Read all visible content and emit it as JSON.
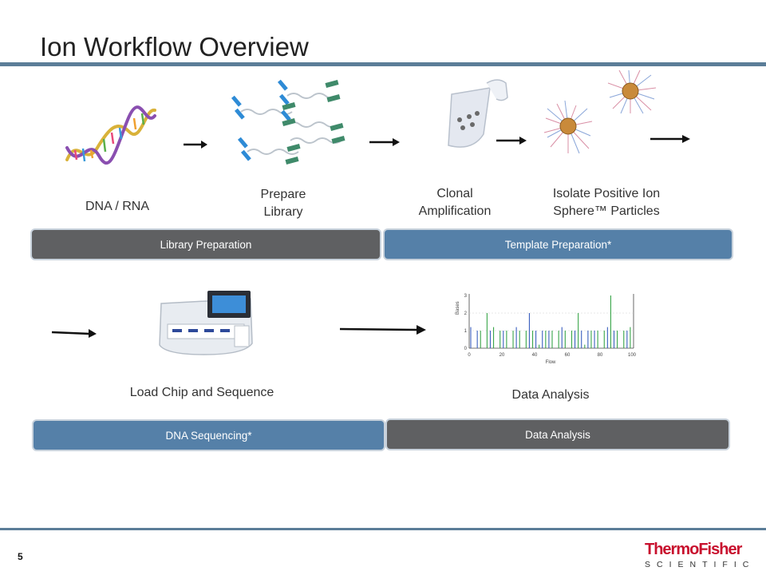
{
  "slide": {
    "title": "Ion Workflow Overview",
    "page_number": "5"
  },
  "steps": {
    "dna_rna": "DNA / RNA",
    "prepare_library": [
      "Prepare",
      "Library"
    ],
    "clonal_amplification": [
      "Clonal",
      "Amplification"
    ],
    "isolate_particles": [
      "Isolate Positive Ion",
      "Sphere™ Particles"
    ],
    "load_chip": "Load Chip and Sequence",
    "data_analysis": "Data Analysis"
  },
  "phases": {
    "library_preparation": "Library Preparation",
    "template_preparation": "Template Preparation*",
    "dna_sequencing": "DNA  Sequencing*",
    "data_analysis": "Data Analysis"
  },
  "plot_labels": {
    "y_axis": "Bases",
    "x_axis": "Flow",
    "y_ticks": [
      "0",
      "1",
      "2",
      "3"
    ],
    "x_ticks": [
      "0",
      "20",
      "40",
      "60",
      "80",
      "100"
    ]
  },
  "logo": {
    "top": "ThermoFisher",
    "bottom": "SCIENTIFIC"
  },
  "colors": {
    "accent_rule": "#5b7d98",
    "phase_gray": "#5f6062",
    "phase_blue": "#5580a8",
    "brand_red": "#c8102e"
  }
}
